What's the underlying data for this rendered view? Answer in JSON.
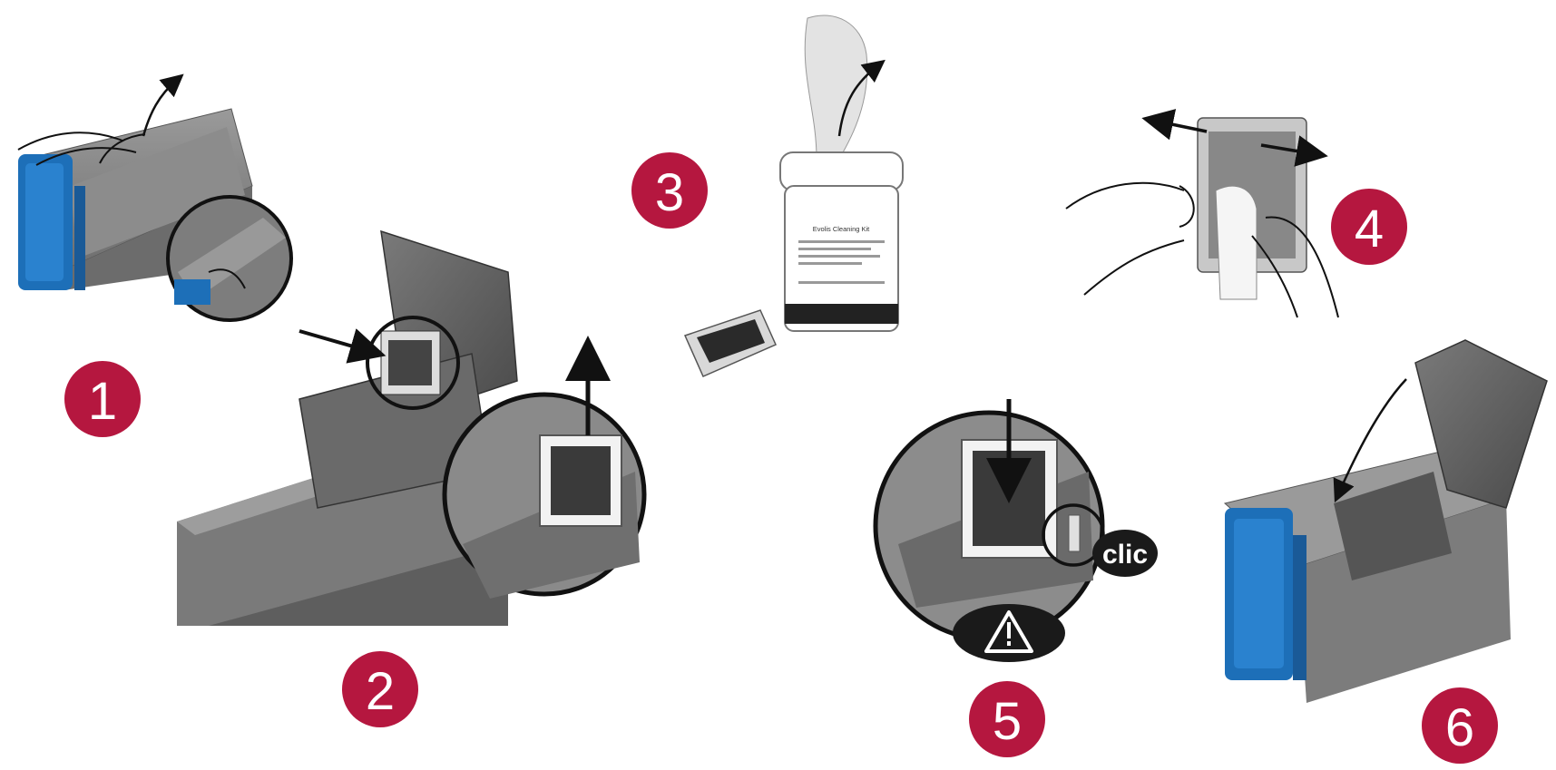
{
  "colors": {
    "badge": "#b5173f",
    "badge_text": "#ffffff",
    "printer_gray": "#8a8a8a",
    "printer_dark": "#555555",
    "accent_blue": "#1d6fb8",
    "outline": "#1a1a1a"
  },
  "steps": [
    {
      "number": "1",
      "icon": "lift-cover-icon"
    },
    {
      "number": "2",
      "icon": "remove-cleaning-roller-icon"
    },
    {
      "number": "3",
      "icon": "cleaning-wipe-icon"
    },
    {
      "number": "4",
      "icon": "wipe-roller-icon"
    },
    {
      "number": "5",
      "icon": "reinsert-roller-icon"
    },
    {
      "number": "6",
      "icon": "close-cover-icon"
    }
  ],
  "labels": {
    "clic": "clic",
    "wipe_box_title": "Evolis Cleaning Kit"
  },
  "icons": {
    "warning": "warning-triangle-icon"
  }
}
